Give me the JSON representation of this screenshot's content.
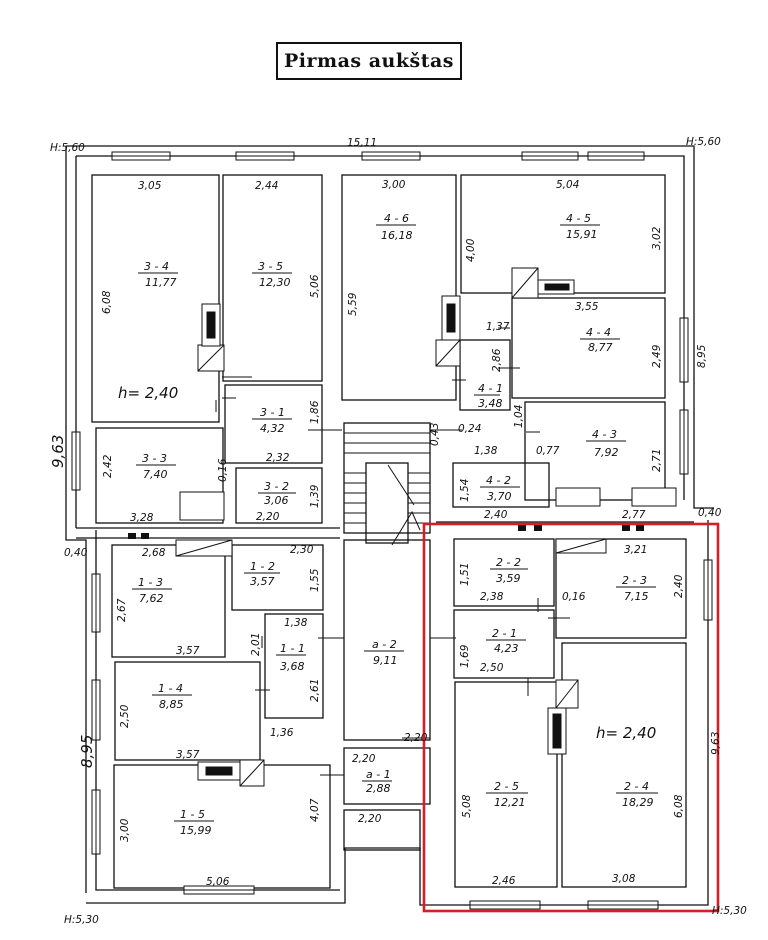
{
  "title": "Pirmas aukštas",
  "height_marks": {
    "tl": "H:5,60",
    "tr": "H:5,60",
    "bl": "H:5,30",
    "br": "H:5,30"
  },
  "overall": {
    "top": "15,11",
    "left": "9,63",
    "left_lower": "8,95",
    "right": "8,95",
    "right_lower": "9,63"
  },
  "ceiling_left": "h= 2,40",
  "ceiling_right": "h= 2,40",
  "rooms": [
    {
      "key": "r34",
      "id": "3 - 4",
      "area": "11,77"
    },
    {
      "key": "r35",
      "id": "3 - 5",
      "area": "12,30"
    },
    {
      "key": "r46",
      "id": "4 - 6",
      "area": "16,18"
    },
    {
      "key": "r45",
      "id": "4 - 5",
      "area": "15,91"
    },
    {
      "key": "r44",
      "id": "4 - 4",
      "area": "8,77"
    },
    {
      "key": "r41",
      "id": "4 - 1",
      "area": "3,48"
    },
    {
      "key": "r43",
      "id": "4 - 3",
      "area": "7,92"
    },
    {
      "key": "r31",
      "id": "3 - 1",
      "area": "4,32"
    },
    {
      "key": "r33",
      "id": "3 - 3",
      "area": "7,40"
    },
    {
      "key": "r32",
      "id": "3 - 2",
      "area": "3,06"
    },
    {
      "key": "r42",
      "id": "4 - 2",
      "area": "3,70"
    },
    {
      "key": "r12",
      "id": "1 - 2",
      "area": "3,57"
    },
    {
      "key": "r13",
      "id": "1 - 3",
      "area": "7,62"
    },
    {
      "key": "r11",
      "id": "1 - 1",
      "area": "3,68"
    },
    {
      "key": "ra2",
      "id": "a - 2",
      "area": "9,11"
    },
    {
      "key": "r14",
      "id": "1 - 4",
      "area": "8,85"
    },
    {
      "key": "ra1",
      "id": "a - 1",
      "area": "2,88"
    },
    {
      "key": "r15",
      "id": "1 - 5",
      "area": "15,99"
    },
    {
      "key": "r22",
      "id": "2 - 2",
      "area": "3,59"
    },
    {
      "key": "r23",
      "id": "2 - 3",
      "area": "7,15"
    },
    {
      "key": "r21",
      "id": "2 - 1",
      "area": "4,23"
    },
    {
      "key": "r25",
      "id": "2 - 5",
      "area": "12,21"
    },
    {
      "key": "r24",
      "id": "2 - 4",
      "area": "18,29"
    }
  ],
  "dims": {
    "d305": "3,05",
    "d244": "2,44",
    "d300": "3,00",
    "d504": "5,04",
    "d608": "6,08",
    "d506": "5,06",
    "d559": "5,59",
    "d400": "4,00",
    "d302": "3,02",
    "d355": "3,55",
    "d249": "2,49",
    "d137": "1,37",
    "d286": "2,86",
    "d186": "1,86",
    "d232": "2,32",
    "d242": "2,42",
    "d016": "0,16",
    "d104": "1,04",
    "d024": "0,24",
    "d138": "1,38",
    "d077": "0,77",
    "d271": "2,71",
    "d139": "1,39",
    "d220a": "2,20",
    "d328": "3,28",
    "d154": "1,54",
    "d240": "2,40",
    "d277": "2,77",
    "d040a": "0,40",
    "d040b": "0,40",
    "d268": "2,68",
    "d230": "2,30",
    "d155": "1,55",
    "d267": "2,67",
    "d357a": "3,57",
    "d138b": "1,38",
    "d201": "2,01",
    "d261": "2,61",
    "d250": "2,50",
    "d357b": "3,57",
    "d136": "1,36",
    "d220b": "2,20",
    "d220c": "2,20",
    "d220d": "2,20",
    "d300b": "3,00",
    "d407": "4,07",
    "d506b": "5,06",
    "d321": "3,21",
    "d151": "1,51",
    "d238": "2,38",
    "d016b": "0,16",
    "d240b": "2,40",
    "d169": "1,69",
    "d250b": "2,50",
    "d508": "5,08",
    "d608b": "6,08",
    "d246": "2,46",
    "d308": "3,08",
    "d043": "0,43"
  },
  "highlight_color": "#d32027"
}
